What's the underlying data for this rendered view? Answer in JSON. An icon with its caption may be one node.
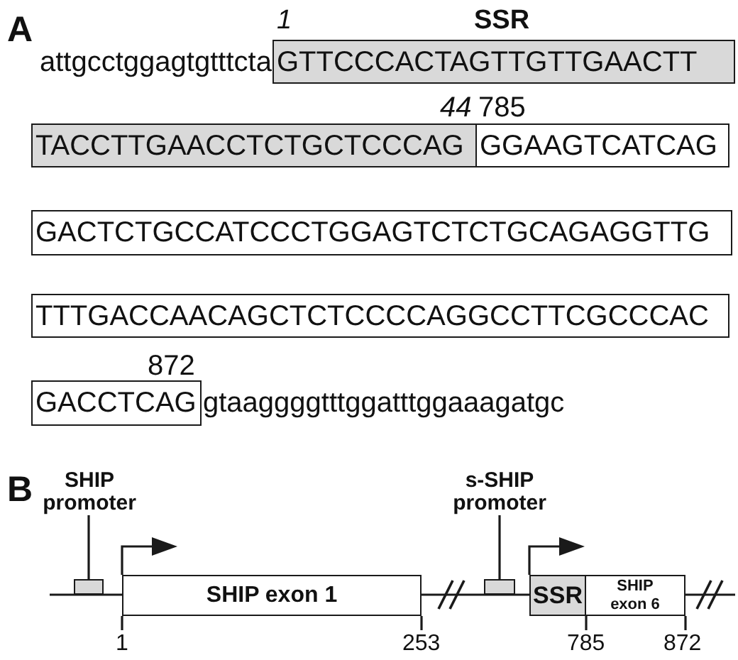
{
  "diagram": {
    "nodes": [
      {
        "text": [
          "GTTCCCACTAGTTGTTGAACTT"
        ],
        "beside": [
          "1",
          "SSR"
        ]
      },
      {
        "text": [
          "TACCTTGAACCTCTGCTCCCAG"
        ],
        "beside": [
          "44"
        ]
      },
      {
        "text": [
          "GGAAGTCATCAG"
        ],
        "beside": [
          "785"
        ]
      },
      {
        "text": [
          "GACTCTGCCATCCCTGGAGTCTCTGCAGAGGTTG"
        ]
      },
      {
        "text": [
          "TTTGACCAACAGCTCTCCCCAGGCCTTCGCCCAC"
        ]
      },
      {
        "text": [
          "GACCTCAG"
        ],
        "beside": [
          "872"
        ]
      },
      {
        "text": [
          "SHIP promoter"
        ]
      },
      {
        "text": [],
        "shape": "box"
      },
      {
        "text": [
          "SHIP exon 1"
        ],
        "beside": [
          "1",
          "253"
        ]
      },
      {
        "text": [
          "s-SHIP promoter"
        ]
      },
      {
        "text": [],
        "shape": "box"
      },
      {
        "text": [
          "SSR"
        ]
      },
      {
        "text": [
          "SHIP exon 6"
        ],
        "beside": [
          "785",
          "872"
        ]
      }
    ],
    "edges": [
      {
        "from": 6,
        "to": 7,
        "arrow": "none"
      },
      {
        "from": 9,
        "to": 10,
        "arrow": "none"
      }
    ],
    "labels": [
      "A",
      "attgcctggagtgtttcta",
      "gtaaggggtttggatttggaaagatgc",
      "B"
    ]
  }
}
